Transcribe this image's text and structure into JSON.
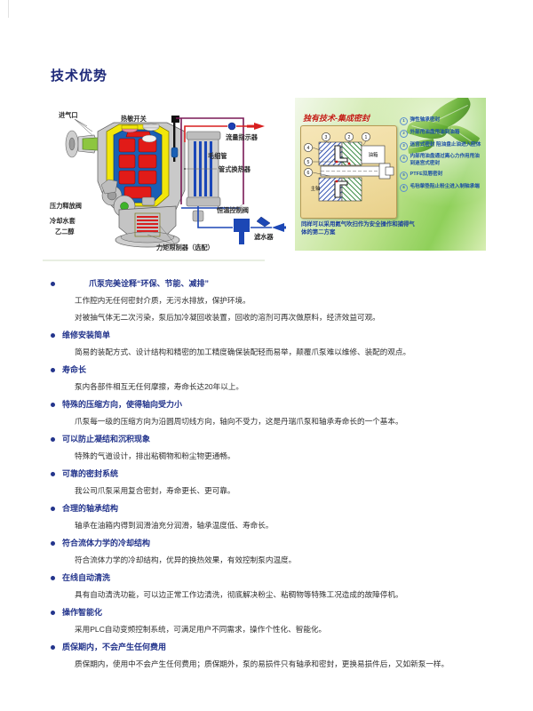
{
  "page": {
    "title": "技术优势"
  },
  "pump_figure": {
    "name": "claw-pump-cutaway-diagram",
    "labels": [
      {
        "key": "inlet",
        "text": "进气口"
      },
      {
        "key": "thermal_switch",
        "text": "热敏开关"
      },
      {
        "key": "flow_indicator",
        "text": "流量指示器"
      },
      {
        "key": "capillary_tube",
        "text": "毛细管"
      },
      {
        "key": "tube_heat_exchanger",
        "text": "管式换热器"
      },
      {
        "key": "pressure_relief_valve",
        "text": "压力释放阀"
      },
      {
        "key": "coolant_jacket",
        "text": "冷却水套"
      },
      {
        "key": "glycol",
        "text": "乙二醇"
      },
      {
        "key": "thermostatic_control_valve",
        "text": "恒温控制阀"
      },
      {
        "key": "water_filter",
        "text": "滤水器"
      },
      {
        "key": "torque_limiter",
        "text": "力矩限制器（选配）"
      }
    ]
  },
  "seal_panel": {
    "title": "独有技术-集成密封",
    "diagram_labels": {
      "oil_tank": "油箱",
      "main_shaft": "主轴",
      "callouts": [
        "1",
        "2",
        "3",
        "4",
        "5",
        "6"
      ]
    },
    "features": [
      {
        "num": "1",
        "text": "弹性轴承密封"
      },
      {
        "num": "2",
        "text": "外部甩油盘甩油到油箱"
      },
      {
        "num": "3",
        "text": "迷宫式密封 阻油盘止油进入腔体"
      },
      {
        "num": "4",
        "text": "内部甩油盘通过离心力作用甩油到迷宫式密封"
      },
      {
        "num": "5",
        "text": "PTFE双唇密封"
      },
      {
        "num": "6",
        "text": "毛毡挚垫阻止粉尘进入制轴承端"
      }
    ],
    "note": "同样可以采用氮气吹扫作为安全操作和捕得气体的第二方案"
  },
  "advantages": [
    {
      "title": "爪泵完美诠释“环保、节能、减排”",
      "extra_indent": true,
      "descs": [
        "工作腔内无任何密封介质，无污水排放，保护环境。",
        "对被抽气体无二次污染，泵后加冷凝回收装置，回收的溶剂可再次做原料，经济效益可观。"
      ]
    },
    {
      "title": "维修安装简单",
      "extra_indent": false,
      "descs": [
        "简易的装配方式、设计结构和精密的加工精度确保装配轻而易举，颠覆爪泵难以维修、装配的观点。"
      ]
    },
    {
      "title": "寿命长",
      "extra_indent": false,
      "descs": [
        "泵内各部件相互无任何摩擦，寿命长达20年以上。"
      ]
    },
    {
      "title": "特殊的压缩方向，使得轴向受力小",
      "extra_indent": false,
      "descs": [
        "爪泵每一级的压缩方向为沿圆周切线方向，轴向不受力，这是丹瑞爪泵和轴承寿命长的一个基本。"
      ]
    },
    {
      "title": "可以防止凝结和沉积现象",
      "extra_indent": false,
      "descs": [
        "特殊的气道设计，排出粘稠物和粉尘物更通畅。"
      ]
    },
    {
      "title": "可靠的密封系统",
      "extra_indent": false,
      "descs": [
        "我公司爪泵采用复合密封，寿命更长、更可靠。"
      ]
    },
    {
      "title": "合理的轴承结构",
      "extra_indent": false,
      "descs": [
        "轴承在油箱内得到润滑油充分润滑，轴承温度低、寿命长。"
      ]
    },
    {
      "title": "符合流体力学的冷却结构",
      "extra_indent": false,
      "descs": [
        "符合流体力学的冷却结构，优异的换热效果，有效控制泵内温度。"
      ]
    },
    {
      "title": "在线自动清洗",
      "extra_indent": false,
      "descs": [
        "具有自动清洗功能，可以边正常工作边清洗，彻底解决粉尘、粘稠物等特殊工况造成的故障停机。"
      ]
    },
    {
      "title": "操作智能化",
      "extra_indent": false,
      "descs": [
        "采用PLC自动变频控制系统，可满足用户不同需求，操作个性化、智能化。"
      ]
    },
    {
      "title": "质保期内，不会产生任何费用",
      "extra_indent": false,
      "descs": [
        "质保期内，使用中不会产生任何费用；质保期外，泵的易损件只有轴承和密封，更换易损件后，又如新泵一样。"
      ]
    }
  ],
  "colors": {
    "title_blue": "#1f2a7a",
    "bullet_blue": "#23348c",
    "body_gray": "#2e2e2e",
    "seal_title_red": "#c21c12",
    "seal_note_blue": "#1a3fa0",
    "pipe_red": "#d81f1f",
    "pipe_blue": "#1c47b5",
    "pipe_purple": "#7a1a56"
  }
}
